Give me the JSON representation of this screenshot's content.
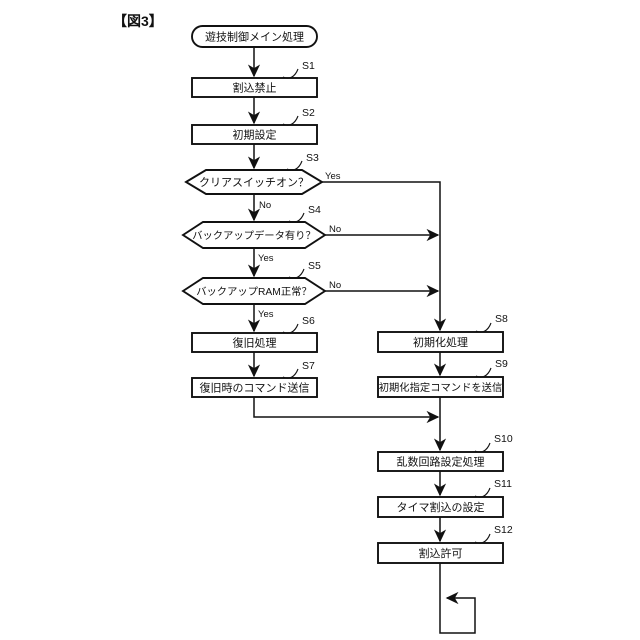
{
  "figure_label": "【図3】",
  "flowchart": {
    "start_label": "遊技制御メイン処理",
    "steps": {
      "s1": {
        "id": "S1",
        "label": "割込禁止"
      },
      "s2": {
        "id": "S2",
        "label": "初期設定"
      },
      "s3": {
        "id": "S3",
        "label": "クリアスイッチオン？",
        "yes_label": "Yes",
        "no_label": "No"
      },
      "s4": {
        "id": "S4",
        "label": "バックアップデータ有り？",
        "yes_label": "Yes",
        "no_label": "No"
      },
      "s5": {
        "id": "S5",
        "label": "バックアップRAM正常？",
        "yes_label": "Yes",
        "no_label": "No"
      },
      "s6": {
        "id": "S6",
        "label": "復旧処理"
      },
      "s7": {
        "id": "S7",
        "label": "復旧時のコマンド送信"
      },
      "s8": {
        "id": "S8",
        "label": "初期化処理"
      },
      "s9": {
        "id": "S9",
        "label": "初期化指定コマンドを送信"
      },
      "s10": {
        "id": "S10",
        "label": "乱数回路設定処理"
      },
      "s11": {
        "id": "S11",
        "label": "タイマ割込の設定"
      },
      "s12": {
        "id": "S12",
        "label": "割込許可"
      }
    }
  },
  "colors": {
    "ink": "#111111",
    "background": "#ffffff"
  }
}
